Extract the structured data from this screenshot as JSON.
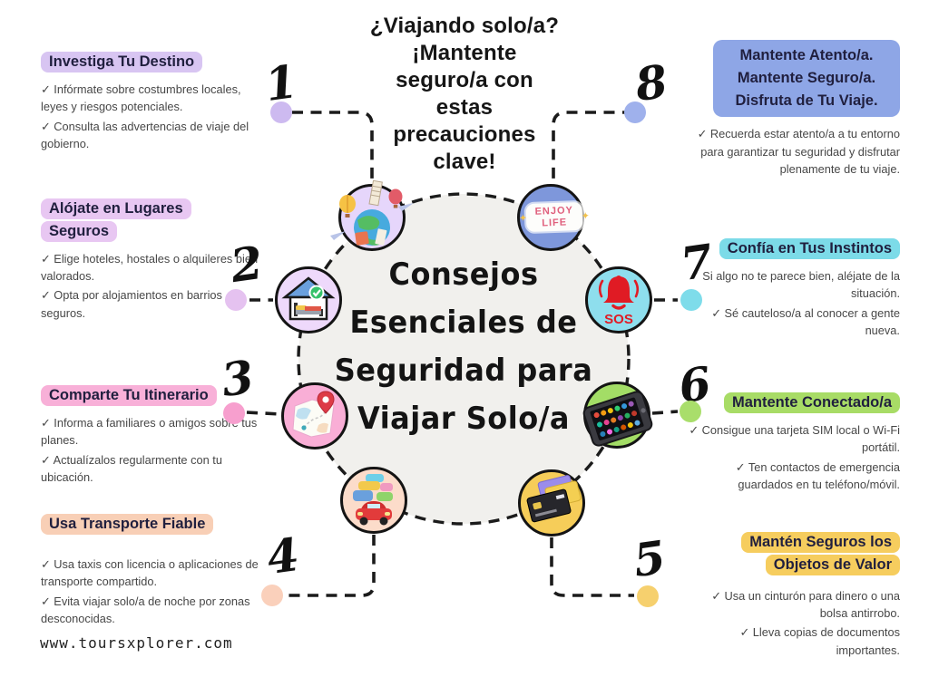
{
  "header": {
    "lines": [
      "¿Viajando solo/a?",
      "¡Mantente",
      "seguro/a con",
      "estas",
      "precauciones",
      "clave!"
    ]
  },
  "center": {
    "lines": [
      "Consejos",
      "Esenciales de",
      "Seguridad para",
      "Viajar Solo/a"
    ]
  },
  "footer": {
    "website": "www.toursxplorer.com"
  },
  "icons": {
    "sos_label": "SOS",
    "enjoy_badge_line1": "ENJOY",
    "enjoy_badge_line2": "LIFE"
  },
  "colors": {
    "wire": "#1b1b1b",
    "ring_fill": "#f1f0ed"
  },
  "tips": [
    {
      "number": "1",
      "heading": "Investiga Tu Destino",
      "points": [
        "✓ Infórmate sobre costumbres locales, leyes y riesgos potenciales.",
        "✓ Consulta las advertencias de viaje del gobierno."
      ],
      "accent": "#d8c5f2",
      "dot_color": "#cdbaf0",
      "icon_bg": "#e6d6fb",
      "icon": "travel-collage"
    },
    {
      "number": "2",
      "heading": "Alójate en Lugares Seguros",
      "points": [
        "✓ Elige hoteles, hostales o alquileres bien valorados.",
        "✓ Opta por alojamientos en barrios seguros."
      ],
      "accent": "#e8c7f2",
      "dot_color": "#e5c2f0",
      "icon_bg": "#eed9fb",
      "icon": "safe-lodging"
    },
    {
      "number": "3",
      "heading": "Comparte Tu Itinerario",
      "points": [
        "✓ Informa a familiares o amigos sobre tus planes.",
        "✓ Actualízalos regularmente con tu ubicación."
      ],
      "accent": "#f8b0d8",
      "dot_color": "#f79fce",
      "icon_bg": "#f9aed6",
      "icon": "itinerary-map"
    },
    {
      "number": "4",
      "heading": "Usa Transporte Fiable",
      "points": [
        "✓ Usa taxis con licencia o aplicaciones de transporte compartido.",
        "✓ Evita viajar solo/a de noche por zonas desconocidas."
      ],
      "accent": "#f8cfb6",
      "dot_color": "#fad0bb",
      "icon_bg": "#fcdcca",
      "icon": "transport-cars"
    },
    {
      "number": "5",
      "heading": "Mantén Seguros los Objetos de Valor",
      "points": [
        "✓ Usa un cinturón para dinero o una bolsa antirrobo.",
        "✓ Lleva copias de documentos importantes."
      ],
      "accent": "#f6cd5e",
      "dot_color": "#f6d06e",
      "icon_bg": "#f6cd59",
      "icon": "credit-cards"
    },
    {
      "number": "6",
      "heading": "Mantente Conectado/a",
      "points": [
        "✓ Consigue una tarjeta SIM local o Wi-Fi portátil.",
        "✓ Ten contactos de emergencia guardados en tu teléfono/móvil."
      ],
      "accent": "#a8dc66",
      "dot_color": "#a9de6b",
      "icon_bg": "#a3dd66",
      "icon": "smartphone"
    },
    {
      "number": "7",
      "heading": "Confía en Tus Instintos",
      "points": [
        "✓ Si algo no te parece bien, aléjate de la situación.",
        "✓ Sé cauteloso/a al conocer a gente nueva."
      ],
      "accent": "#7cdbe8",
      "dot_color": "#7edcea",
      "icon_bg": "#8edeed",
      "icon": "sos-alert"
    },
    {
      "number": "8",
      "heading": "Mantente Atento/a. Mantente Seguro/a. Disfruta de Tu Viaje.",
      "points": [
        "✓ Recuerda estar atento/a a tu entorno para garantizar tu seguridad y disfrutar plenamente de tu viaje."
      ],
      "accent": "#8ea6e6",
      "dot_color": "#9fb1ec",
      "icon_bg": "#7e97db",
      "icon": "enjoy-life-badge"
    }
  ]
}
